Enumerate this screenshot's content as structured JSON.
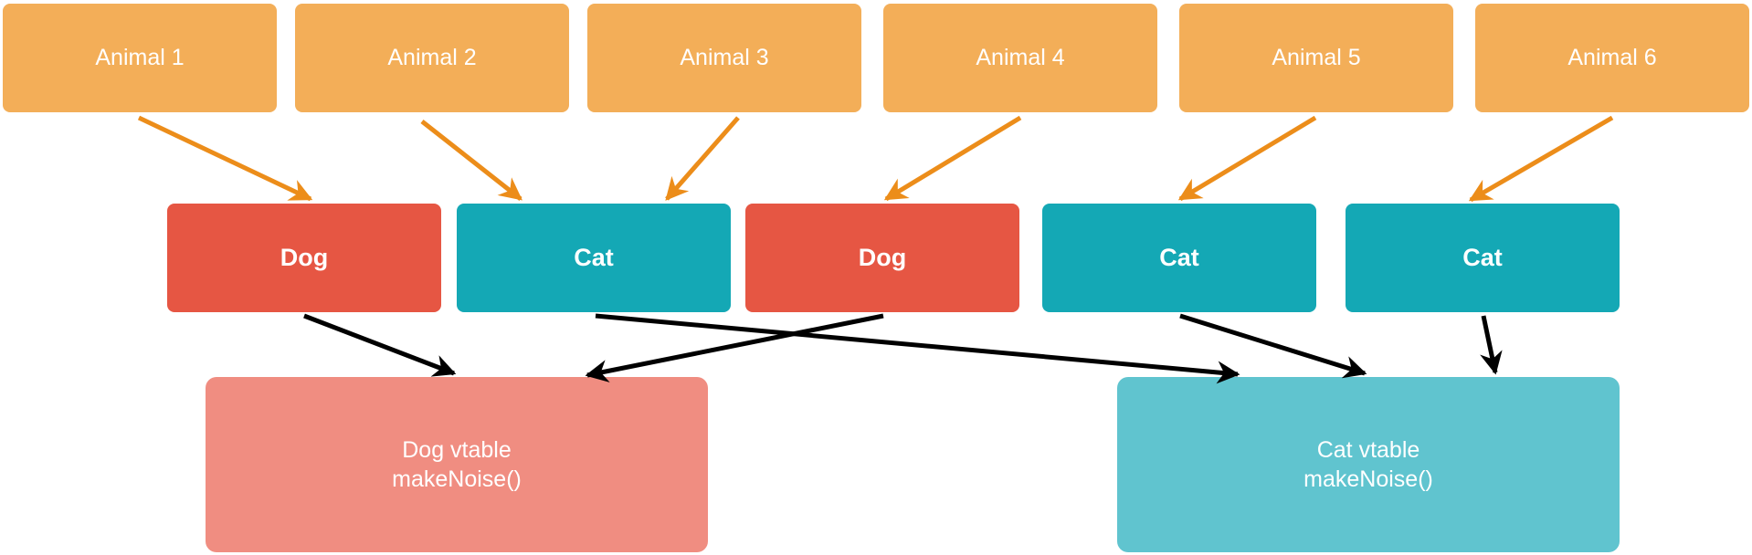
{
  "animals": [
    "Animal 1",
    "Animal 2",
    "Animal 3",
    "Animal 4",
    "Animal 5",
    "Animal 6"
  ],
  "types": [
    "Dog",
    "Cat",
    "Dog",
    "Cat",
    "Cat"
  ],
  "vtables": {
    "dog": {
      "name": "Dog vtable",
      "method": "makeNoise()"
    },
    "cat": {
      "name": "Cat vtable",
      "method": "makeNoise()"
    }
  },
  "colors": {
    "animal": "#f3ae58",
    "dog": "#e65643",
    "cat": "#14a8b5",
    "dog_vtable": "#f08d81",
    "cat_vtable": "#60c4cf",
    "animal_arrow": "#ec8d1a",
    "type_arrow": "#000000"
  }
}
